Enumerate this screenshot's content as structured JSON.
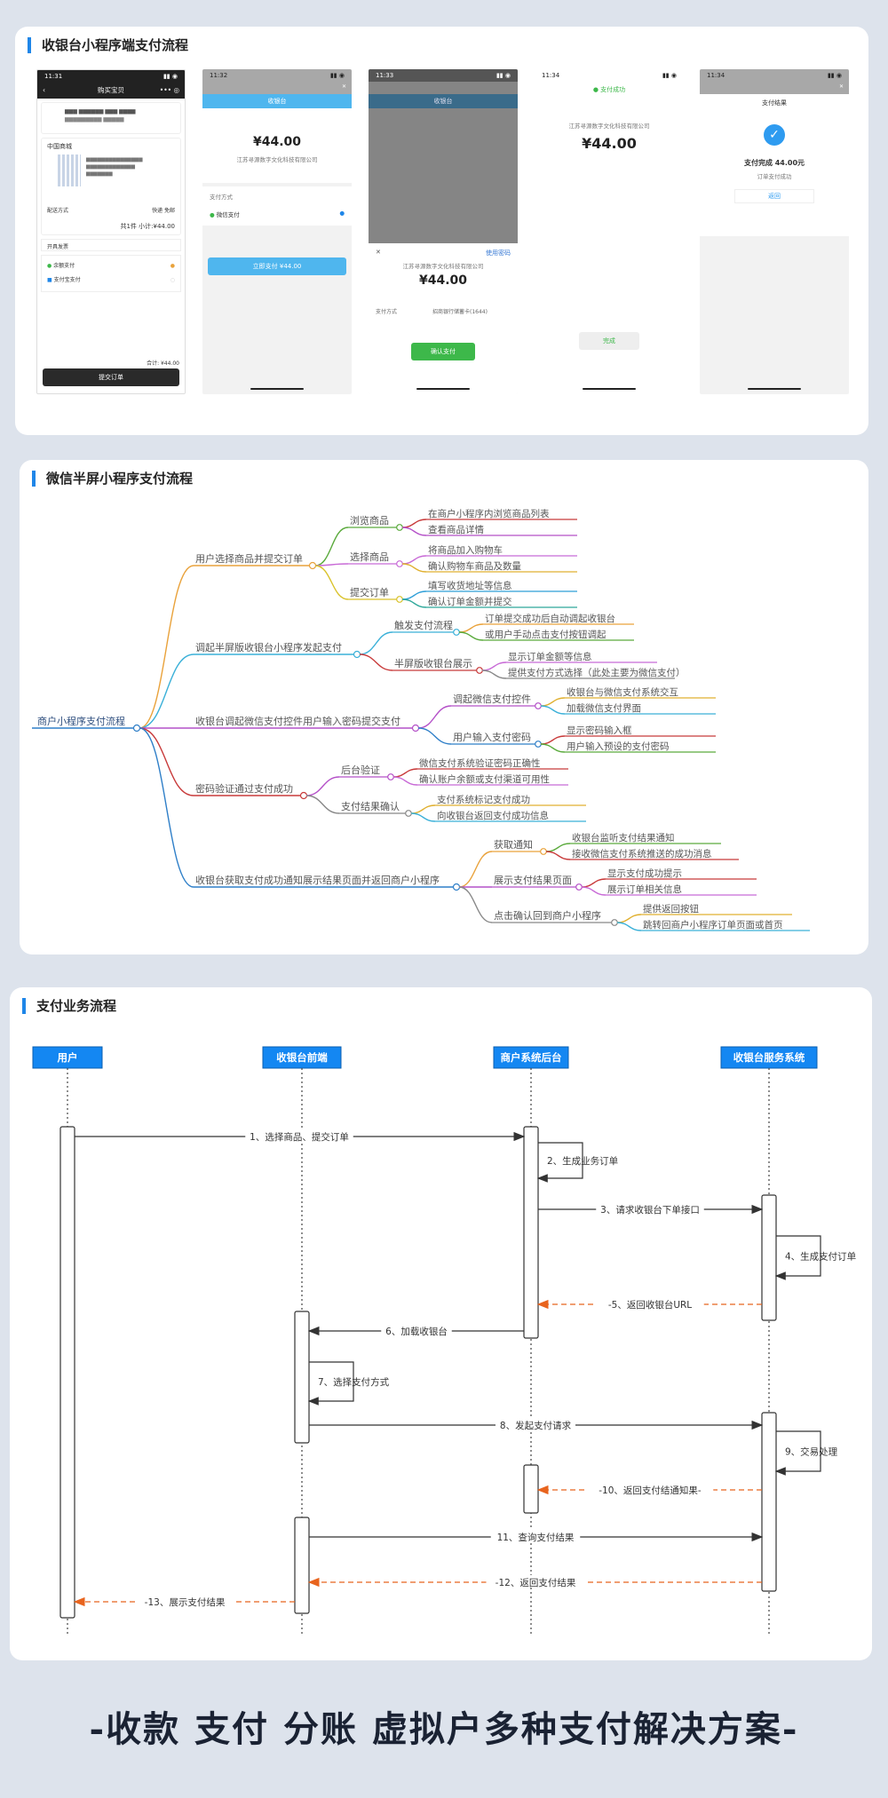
{
  "sections": {
    "s1_title": "收银台小程序端支付流程",
    "s2_title": "微信半屏小程序支付流程",
    "s3_title": "支付业务流程"
  },
  "footer": "-收款 支付 分账 虚拟户多种支付解决方案-",
  "phones": {
    "p1": {
      "time": "11:31",
      "title": "购买宝贝",
      "store": "中国商城",
      "delivery_label": "配送方式",
      "delivery_value": "快递 免邮",
      "subtotal": "共1件 小计:¥44.00",
      "invoice": "开具发票",
      "pay1": "余额支付",
      "pay2": "支付宝支付",
      "total": "合计: ¥44.00",
      "submit": "提交订单"
    },
    "p2": {
      "time": "11:32",
      "header": "收银台",
      "merchant": "江苏寻源数字文化科技有限公司",
      "amount": "¥44.00",
      "method_label": "支付方式",
      "method": "微信支付",
      "button": "立即支付 ¥44.00"
    },
    "p3": {
      "time": "11:33",
      "header": "收银台",
      "amount": "¥44.00",
      "merchant": "江苏寻源数字文化科技有限公司",
      "use_pwd": "使用密码",
      "method_label": "支付方式",
      "method_value": "招商银行储蓄卡(1644)",
      "confirm": "确认支付"
    },
    "p4": {
      "time": "11:34",
      "status": "支付成功",
      "merchant": "江苏寻源数字文化科技有限公司",
      "amount": "¥44.00",
      "done": "完成"
    },
    "p5": {
      "time": "11:34",
      "header": "支付结果",
      "status": "支付完成 44.00元",
      "sub": "订单支付成功",
      "back": "返回"
    }
  },
  "mindmap": {
    "root": "商户小程序支付流程",
    "branches": [
      {
        "label": "用户选择商品并提交订单",
        "color": "#e9a23b",
        "children": [
          {
            "label": "浏览商品",
            "color": "#5aaa3c",
            "leaves": [
              "在商户小程序内浏览商品列表",
              "查看商品详情"
            ],
            "leaf_colors": [
              "#c83a3a",
              "#b450c8"
            ]
          },
          {
            "label": "选择商品",
            "color": "#c86ad6",
            "leaves": [
              "将商品加入购物车",
              "确认购物车商品及数量"
            ],
            "leaf_colors": [
              "#c86ad6",
              "#e0b030"
            ]
          },
          {
            "label": "提交订单",
            "color": "#d9c22a",
            "leaves": [
              "填写收货地址等信息",
              "确认订单金额并提交"
            ],
            "leaf_colors": [
              "#2f9fd8",
              "#2fa89a"
            ]
          }
        ]
      },
      {
        "label": "调起半屏版收银台小程序发起支付",
        "color": "#3ab0d8",
        "children": [
          {
            "label": "触发支付流程",
            "color": "#3ab0d8",
            "leaves": [
              "订单提交成功后自动调起收银台",
              "或用户手动点击支付按钮调起"
            ],
            "leaf_colors": [
              "#e9a23b",
              "#5aaa3c"
            ]
          },
          {
            "label": "半屏版收银台展示",
            "color": "#c83a3a",
            "leaves": [
              "显示订单金额等信息",
              "提供支付方式选择（此处主要为微信支付）"
            ],
            "leaf_colors": [
              "#c86ad6",
              "#888888"
            ]
          }
        ]
      },
      {
        "label": "收银台调起微信支付控件用户输入密码提交支付",
        "color": "#b450c8",
        "children": [
          {
            "label": "调起微信支付控件",
            "color": "#b450c8",
            "leaves": [
              "收银台与微信支付系统交互",
              "加载微信支付界面"
            ],
            "leaf_colors": [
              "#e0b030",
              "#3ab0d8"
            ]
          },
          {
            "label": "用户输入支付密码",
            "color": "#2f7fc8",
            "leaves": [
              "显示密码输入框",
              "用户输入预设的支付密码"
            ],
            "leaf_colors": [
              "#c83a3a",
              "#5aaa3c"
            ]
          }
        ]
      },
      {
        "label": "密码验证通过支付成功",
        "color": "#c83a3a",
        "children": [
          {
            "label": "后台验证",
            "color": "#b450c8",
            "leaves": [
              "微信支付系统验证密码正确性",
              "确认账户余额或支付渠道可用性"
            ],
            "leaf_colors": [
              "#c83a3a",
              "#c86ad6"
            ]
          },
          {
            "label": "支付结果确认",
            "color": "#888888",
            "leaves": [
              "支付系统标记支付成功",
              "向收银台返回支付成功信息"
            ],
            "leaf_colors": [
              "#e0b030",
              "#3ab0d8"
            ]
          }
        ]
      },
      {
        "label": "收银台获取支付成功通知展示结果页面并返回商户小程序",
        "color": "#2f7fc8",
        "children": [
          {
            "label": "获取通知",
            "color": "#e9a23b",
            "leaves": [
              "收银台监听支付结果通知",
              "接收微信支付系统推送的成功消息"
            ],
            "leaf_colors": [
              "#5aaa3c",
              "#c83a3a"
            ]
          },
          {
            "label": "展示支付结果页面",
            "color": "#b450c8",
            "leaves": [
              "显示支付成功提示",
              "展示订单相关信息"
            ],
            "leaf_colors": [
              "#c83a3a",
              "#c86ad6"
            ]
          },
          {
            "label": "点击确认回到商户小程序",
            "color": "#888888",
            "leaves": [
              "提供返回按钮",
              "跳转回商户小程序订单页面或首页"
            ],
            "leaf_colors": [
              "#e0b030",
              "#3ab0d8"
            ]
          }
        ]
      }
    ]
  },
  "sequence": {
    "actors": [
      "用户",
      "收银台前端",
      "商户系统后台",
      "收银台服务系统"
    ],
    "messages": [
      {
        "label": "1、选择商品、提交订单",
        "type": "solid"
      },
      {
        "label": "2、生成业务订单",
        "type": "self"
      },
      {
        "label": "3、请求收银台下单接口",
        "type": "solid"
      },
      {
        "label": "4、生成支付订单",
        "type": "self"
      },
      {
        "label": "-5、返回收银台URL",
        "type": "dashed"
      },
      {
        "label": "6、加载收银台",
        "type": "solid"
      },
      {
        "label": "7、选择支付方式",
        "type": "self"
      },
      {
        "label": "8、发起支付请求",
        "type": "solid"
      },
      {
        "label": "9、交易处理",
        "type": "self"
      },
      {
        "label": "-10、返回支付结通知果-",
        "type": "dashed"
      },
      {
        "label": "11、查询支付结果",
        "type": "solid"
      },
      {
        "label": "-12、返回支付结果",
        "type": "dashed"
      },
      {
        "label": "-13、展示支付结果",
        "type": "dashed"
      }
    ]
  },
  "colors": {
    "accent": "#1f86e8",
    "actor_fill": "#1487f2",
    "dashed_arrow": "#e8641e",
    "wechat_green": "#3db84a",
    "background": "#dde3ec"
  }
}
